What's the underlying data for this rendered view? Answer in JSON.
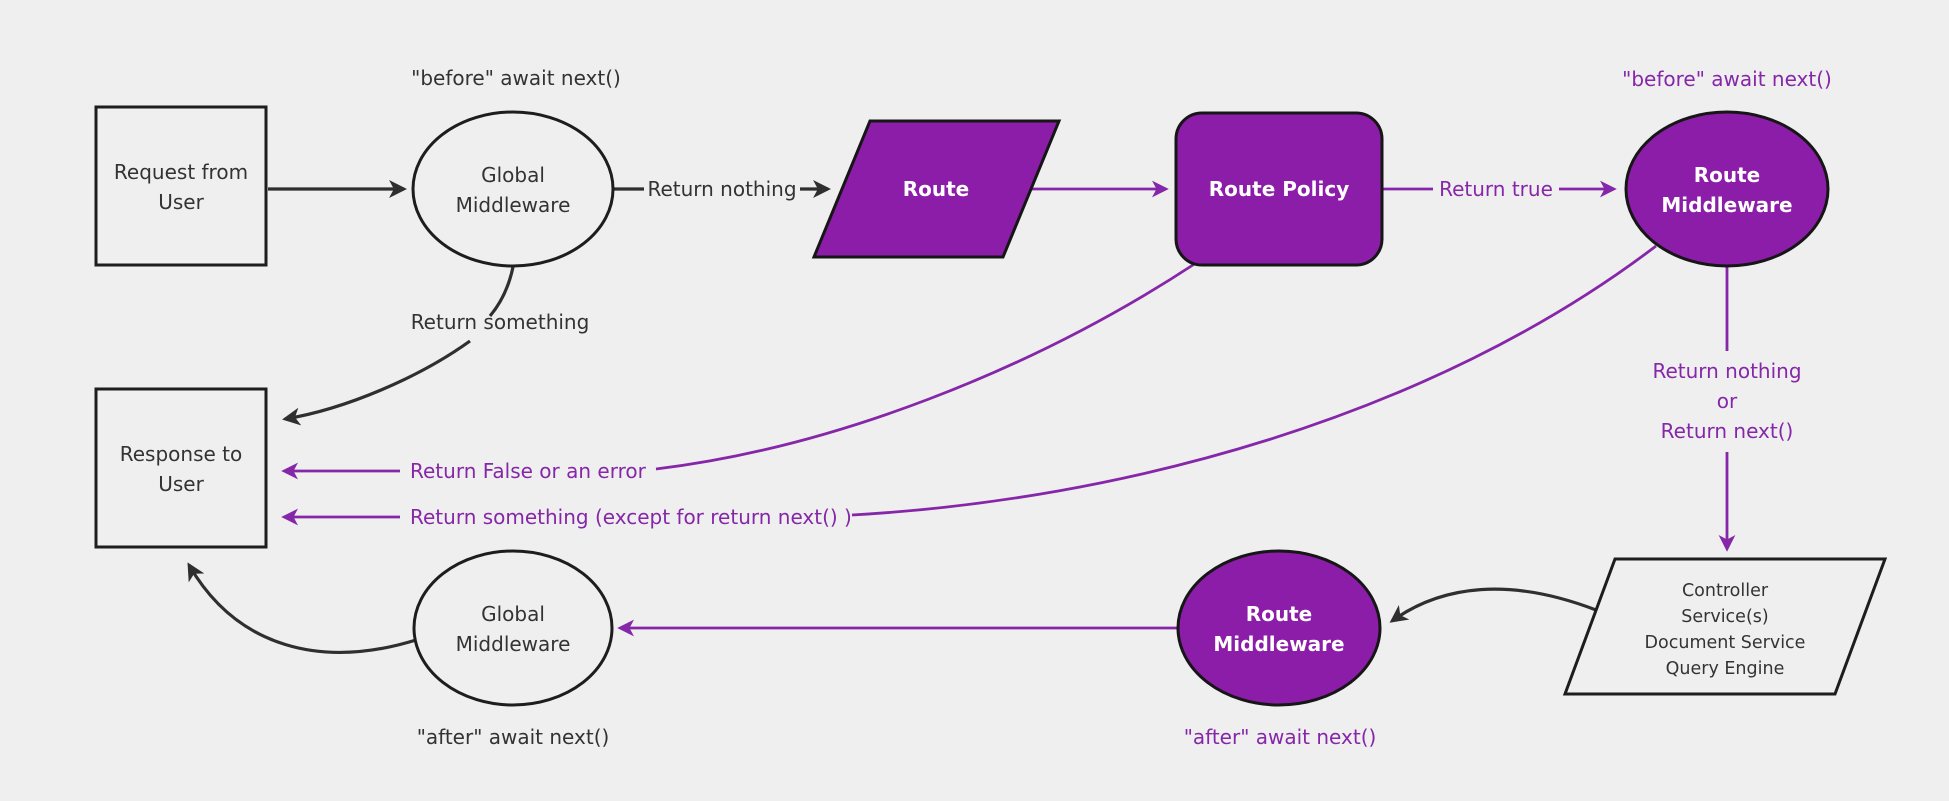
{
  "diagram": {
    "type": "flowchart",
    "description": "Request lifecycle middleware flow diagram"
  },
  "colors": {
    "background": "#efefef",
    "purple_fill": "#8b1da8",
    "light_fill": "#efefef",
    "node_stroke": "#1d1d1d",
    "black_line": "#2f2f2f",
    "purple_line": "#8527a8",
    "dark_text": "#333333",
    "purple_text": "#8527a8",
    "white_text": "#ffffff"
  },
  "nodes": {
    "request": {
      "line1": "Request from",
      "line2": "User"
    },
    "global_mw_top": {
      "line1": "Global",
      "line2": "Middleware"
    },
    "route": {
      "label": "Route"
    },
    "route_policy": {
      "label": "Route Policy"
    },
    "route_mw_top": {
      "line1": "Route",
      "line2": "Middleware"
    },
    "controller": {
      "line1": "Controller",
      "line2": "Service(s)",
      "line3": "Document Service",
      "line4": "Query Engine"
    },
    "route_mw_bottom": {
      "line1": "Route",
      "line2": "Middleware"
    },
    "global_mw_bottom": {
      "line1": "Global",
      "line2": "Middleware"
    },
    "response": {
      "line1": "Response to",
      "line2": "User"
    }
  },
  "edge_labels": {
    "before_await_global": "\"before\" await next()",
    "return_nothing": "Return nothing",
    "return_true": "Return true",
    "before_await_route": "\"before\" await next()",
    "return_nothing_or": {
      "line1": "Return nothing",
      "line2": "or",
      "line3": "Return next()"
    },
    "after_await_route": "\"after\" await next()",
    "after_await_global": "\"after\" await next()",
    "return_something": "Return something",
    "return_false_error": "Return False or an error",
    "return_something_except": "Return something (except for return next() )"
  }
}
